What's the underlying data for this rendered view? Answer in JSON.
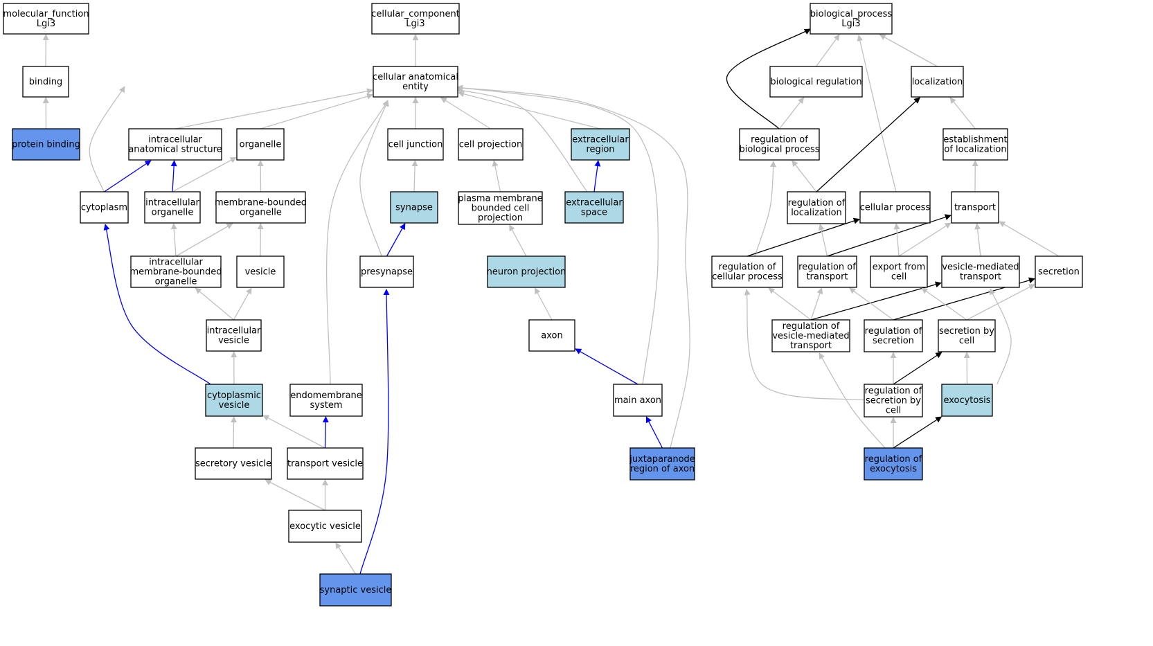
{
  "colors": {
    "default": "#ffffff",
    "light": "#add8e6",
    "dark": "#6495ed",
    "edge_gray": "#c0c0c0",
    "edge_black": "#000000",
    "edge_blue": "#0000ff"
  },
  "nodes": [
    {
      "id": "mf",
      "lines": [
        "molecular_function",
        "Lgi3"
      ],
      "fill": "default"
    },
    {
      "id": "binding",
      "lines": [
        "binding"
      ],
      "fill": "default"
    },
    {
      "id": "protein_binding",
      "lines": [
        "protein binding"
      ],
      "fill": "dark"
    },
    {
      "id": "cc",
      "lines": [
        "cellular_component",
        "Lgi3"
      ],
      "fill": "default"
    },
    {
      "id": "cae",
      "lines": [
        "cellular anatomical",
        "entity"
      ],
      "fill": "default"
    },
    {
      "id": "ias",
      "lines": [
        "intracellular",
        "anatomical structure"
      ],
      "fill": "default"
    },
    {
      "id": "organelle",
      "lines": [
        "organelle"
      ],
      "fill": "default"
    },
    {
      "id": "cell_junction",
      "lines": [
        "cell junction"
      ],
      "fill": "default"
    },
    {
      "id": "cell_projection",
      "lines": [
        "cell projection"
      ],
      "fill": "default"
    },
    {
      "id": "extracellular_region",
      "lines": [
        "extracellular",
        "region"
      ],
      "fill": "light"
    },
    {
      "id": "cytoplasm",
      "lines": [
        "cytoplasm"
      ],
      "fill": "default"
    },
    {
      "id": "io",
      "lines": [
        "intracellular",
        "organelle"
      ],
      "fill": "default"
    },
    {
      "id": "mbo",
      "lines": [
        "membrane-bounded",
        "organelle"
      ],
      "fill": "default"
    },
    {
      "id": "synapse",
      "lines": [
        "synapse"
      ],
      "fill": "light"
    },
    {
      "id": "pmbcp",
      "lines": [
        "plasma membrane",
        "bounded cell",
        "projection"
      ],
      "fill": "default"
    },
    {
      "id": "extracellular_space",
      "lines": [
        "extracellular",
        "space"
      ],
      "fill": "light"
    },
    {
      "id": "imbo",
      "lines": [
        "intracellular",
        "membrane-bounded",
        "organelle"
      ],
      "fill": "default"
    },
    {
      "id": "vesicle",
      "lines": [
        "vesicle"
      ],
      "fill": "default"
    },
    {
      "id": "presynapse",
      "lines": [
        "presynapse"
      ],
      "fill": "default"
    },
    {
      "id": "neuron_projection",
      "lines": [
        "neuron projection"
      ],
      "fill": "light"
    },
    {
      "id": "iv",
      "lines": [
        "intracellular",
        "vesicle"
      ],
      "fill": "default"
    },
    {
      "id": "axon",
      "lines": [
        "axon"
      ],
      "fill": "default"
    },
    {
      "id": "cv",
      "lines": [
        "cytoplasmic",
        "vesicle"
      ],
      "fill": "light"
    },
    {
      "id": "es",
      "lines": [
        "endomembrane",
        "system"
      ],
      "fill": "default"
    },
    {
      "id": "main_axon",
      "lines": [
        "main axon"
      ],
      "fill": "default"
    },
    {
      "id": "sv",
      "lines": [
        "secretory vesicle"
      ],
      "fill": "default"
    },
    {
      "id": "tv",
      "lines": [
        "transport vesicle"
      ],
      "fill": "default"
    },
    {
      "id": "jra",
      "lines": [
        "juxtaparanode",
        "region of axon"
      ],
      "fill": "dark"
    },
    {
      "id": "ev",
      "lines": [
        "exocytic vesicle"
      ],
      "fill": "default"
    },
    {
      "id": "syn_ves",
      "lines": [
        "synaptic vesicle"
      ],
      "fill": "dark"
    },
    {
      "id": "bp",
      "lines": [
        "biological_process",
        "Lgi3"
      ],
      "fill": "default"
    },
    {
      "id": "bio_reg",
      "lines": [
        "biological regulation"
      ],
      "fill": "default"
    },
    {
      "id": "localization",
      "lines": [
        "localization"
      ],
      "fill": "default"
    },
    {
      "id": "rbp",
      "lines": [
        "regulation of",
        "biological process"
      ],
      "fill": "default"
    },
    {
      "id": "eol",
      "lines": [
        "establishment",
        "of localization"
      ],
      "fill": "default"
    },
    {
      "id": "rol",
      "lines": [
        "regulation of",
        "localization"
      ],
      "fill": "default"
    },
    {
      "id": "cp",
      "lines": [
        "cellular process"
      ],
      "fill": "default"
    },
    {
      "id": "transport",
      "lines": [
        "transport"
      ],
      "fill": "default"
    },
    {
      "id": "rcp",
      "lines": [
        "regulation of",
        "cellular process"
      ],
      "fill": "default"
    },
    {
      "id": "rot",
      "lines": [
        "regulation of",
        "transport"
      ],
      "fill": "default"
    },
    {
      "id": "efc",
      "lines": [
        "export from",
        "cell"
      ],
      "fill": "default"
    },
    {
      "id": "vmt",
      "lines": [
        "vesicle-mediated",
        "transport"
      ],
      "fill": "default"
    },
    {
      "id": "secretion",
      "lines": [
        "secretion"
      ],
      "fill": "default"
    },
    {
      "id": "rvmt",
      "lines": [
        "regulation of",
        "vesicle-mediated",
        "transport"
      ],
      "fill": "default"
    },
    {
      "id": "ros",
      "lines": [
        "regulation of",
        "secretion"
      ],
      "fill": "default"
    },
    {
      "id": "sbc",
      "lines": [
        "secretion by",
        "cell"
      ],
      "fill": "default"
    },
    {
      "id": "rsbc",
      "lines": [
        "regulation of",
        "secretion by",
        "cell"
      ],
      "fill": "default"
    },
    {
      "id": "exocytosis",
      "lines": [
        "exocytosis"
      ],
      "fill": "light"
    },
    {
      "id": "roe",
      "lines": [
        "regulation of",
        "exocytosis"
      ],
      "fill": "dark"
    }
  ],
  "edges": [
    {
      "from": "binding",
      "to": "mf",
      "color": "edge_gray"
    },
    {
      "from": "protein_binding",
      "to": "binding",
      "color": "edge_gray"
    },
    {
      "from": "cae",
      "to": "cc",
      "color": "edge_gray"
    },
    {
      "from": "ias",
      "to": "cae",
      "color": "edge_gray"
    },
    {
      "from": "organelle",
      "to": "cae",
      "color": "edge_gray"
    },
    {
      "from": "cell_junction",
      "to": "cae",
      "color": "edge_gray"
    },
    {
      "from": "cell_projection",
      "to": "cae",
      "color": "edge_gray"
    },
    {
      "from": "extracellular_region",
      "to": "cae",
      "color": "edge_gray"
    },
    {
      "from": "cytoplasm",
      "to": "cae",
      "color": "edge_gray"
    },
    {
      "from": "extracellular_space",
      "to": "cae",
      "color": "edge_gray"
    },
    {
      "from": "presynapse",
      "to": "cae",
      "color": "edge_gray"
    },
    {
      "from": "es",
      "to": "cae",
      "color": "edge_gray"
    },
    {
      "from": "main_axon",
      "to": "cae",
      "color": "edge_gray"
    },
    {
      "from": "jra",
      "to": "cae",
      "color": "edge_gray"
    },
    {
      "from": "cytoplasm",
      "to": "ias",
      "color": "edge_blue"
    },
    {
      "from": "io",
      "to": "ias",
      "color": "edge_blue"
    },
    {
      "from": "io",
      "to": "organelle",
      "color": "edge_gray"
    },
    {
      "from": "mbo",
      "to": "organelle",
      "color": "edge_gray"
    },
    {
      "from": "synapse",
      "to": "cell_junction",
      "color": "edge_gray"
    },
    {
      "from": "pmbcp",
      "to": "cell_projection",
      "color": "edge_gray"
    },
    {
      "from": "extracellular_space",
      "to": "extracellular_region",
      "color": "edge_blue"
    },
    {
      "from": "imbo",
      "to": "io",
      "color": "edge_gray"
    },
    {
      "from": "imbo",
      "to": "mbo",
      "color": "edge_gray"
    },
    {
      "from": "vesicle",
      "to": "mbo",
      "color": "edge_gray"
    },
    {
      "from": "presynapse",
      "to": "synapse",
      "color": "edge_blue"
    },
    {
      "from": "neuron_projection",
      "to": "pmbcp",
      "color": "edge_gray"
    },
    {
      "from": "iv",
      "to": "imbo",
      "color": "edge_gray"
    },
    {
      "from": "iv",
      "to": "vesicle",
      "color": "edge_gray"
    },
    {
      "from": "axon",
      "to": "neuron_projection",
      "color": "edge_gray"
    },
    {
      "from": "cv",
      "to": "iv",
      "color": "edge_gray"
    },
    {
      "from": "cv",
      "to": "cytoplasm",
      "color": "edge_blue"
    },
    {
      "from": "main_axon",
      "to": "axon",
      "color": "edge_blue"
    },
    {
      "from": "sv",
      "to": "cv",
      "color": "edge_gray"
    },
    {
      "from": "tv",
      "to": "cv",
      "color": "edge_gray"
    },
    {
      "from": "tv",
      "to": "es",
      "color": "edge_blue"
    },
    {
      "from": "jra",
      "to": "main_axon",
      "color": "edge_blue"
    },
    {
      "from": "ev",
      "to": "sv",
      "color": "edge_gray"
    },
    {
      "from": "ev",
      "to": "tv",
      "color": "edge_gray"
    },
    {
      "from": "syn_ves",
      "to": "ev",
      "color": "edge_gray"
    },
    {
      "from": "syn_ves",
      "to": "presynapse",
      "color": "edge_blue"
    },
    {
      "from": "bio_reg",
      "to": "bp",
      "color": "edge_gray"
    },
    {
      "from": "localization",
      "to": "bp",
      "color": "edge_gray"
    },
    {
      "from": "rbp",
      "to": "bp",
      "color": "edge_black"
    },
    {
      "from": "cp",
      "to": "bp",
      "color": "edge_gray"
    },
    {
      "from": "rbp",
      "to": "bio_reg",
      "color": "edge_gray"
    },
    {
      "from": "eol",
      "to": "localization",
      "color": "edge_gray"
    },
    {
      "from": "rol",
      "to": "localization",
      "color": "edge_black"
    },
    {
      "from": "rol",
      "to": "rbp",
      "color": "edge_gray"
    },
    {
      "from": "rcp",
      "to": "rbp",
      "color": "edge_gray"
    },
    {
      "from": "transport",
      "to": "eol",
      "color": "edge_gray"
    },
    {
      "from": "rcp",
      "to": "cp",
      "color": "edge_black"
    },
    {
      "from": "rot",
      "to": "rol",
      "color": "edge_gray"
    },
    {
      "from": "rot",
      "to": "transport",
      "color": "edge_black"
    },
    {
      "from": "efc",
      "to": "cp",
      "color": "edge_gray"
    },
    {
      "from": "efc",
      "to": "transport",
      "color": "edge_gray"
    },
    {
      "from": "vmt",
      "to": "transport",
      "color": "edge_gray"
    },
    {
      "from": "secretion",
      "to": "transport",
      "color": "edge_gray"
    },
    {
      "from": "rvmt",
      "to": "rcp",
      "color": "edge_gray"
    },
    {
      "from": "rvmt",
      "to": "rot",
      "color": "edge_gray"
    },
    {
      "from": "rvmt",
      "to": "vmt",
      "color": "edge_black"
    },
    {
      "from": "ros",
      "to": "rot",
      "color": "edge_gray"
    },
    {
      "from": "ros",
      "to": "secretion",
      "color": "edge_black"
    },
    {
      "from": "sbc",
      "to": "efc",
      "color": "edge_gray"
    },
    {
      "from": "sbc",
      "to": "secretion",
      "color": "edge_gray"
    },
    {
      "from": "rsbc",
      "to": "rcp",
      "color": "edge_gray"
    },
    {
      "from": "rsbc",
      "to": "ros",
      "color": "edge_gray"
    },
    {
      "from": "rsbc",
      "to": "sbc",
      "color": "edge_black"
    },
    {
      "from": "exocytosis",
      "to": "sbc",
      "color": "edge_gray"
    },
    {
      "from": "exocytosis",
      "to": "vmt",
      "color": "edge_gray"
    },
    {
      "from": "roe",
      "to": "rvmt",
      "color": "edge_gray"
    },
    {
      "from": "roe",
      "to": "rsbc",
      "color": "edge_gray"
    },
    {
      "from": "roe",
      "to": "exocytosis",
      "color": "edge_black"
    }
  ]
}
